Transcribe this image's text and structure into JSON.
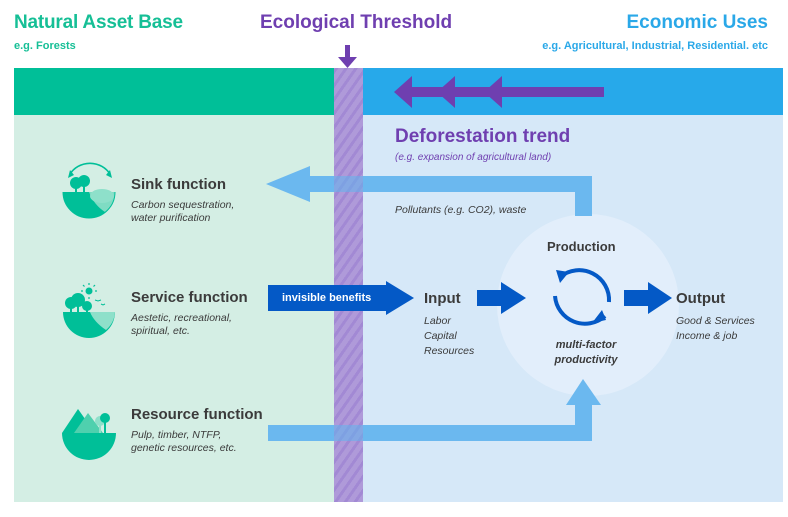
{
  "header": {
    "left_title": "Natural Asset Base",
    "left_subtitle": "e.g. Forests",
    "middle_title": "Ecological Threshold",
    "right_title": "Economic Uses",
    "right_subtitle": "e.g. Agricultural, Industrial, Residential. etc"
  },
  "colors": {
    "natural_green": "#00bf98",
    "natural_bg": "#d4eee4",
    "economic_blue": "#27a9ea",
    "economic_bg": "#d6e8f8",
    "threshold_purple": "#6f3fb0",
    "flow_light_blue": "#6bb8ef",
    "flow_dark_blue": "#0459c6"
  },
  "functions": [
    {
      "icon": "sink-icon",
      "title": "Sink function",
      "desc_line1": "Carbon sequestration,",
      "desc_line2": "water purification"
    },
    {
      "icon": "service-icon",
      "title": "Service function",
      "desc_line1": "Aestetic, recreational,",
      "desc_line2": "spiritual, etc."
    },
    {
      "icon": "resource-icon",
      "title": "Resource function",
      "desc_line1": "Pulp, timber, NTFP,",
      "desc_line2": "genetic resources, etc."
    }
  ],
  "deforestation": {
    "title": "Deforestation trend",
    "subtitle": "(e.g. expansion of agricultural land)"
  },
  "flows": {
    "pollutants": "Pollutants (e.g. CO2), waste",
    "invisible_benefits": "invisible benefits"
  },
  "input": {
    "title": "Input",
    "items": [
      "Labor",
      "Capital",
      "Resources"
    ]
  },
  "production": {
    "title": "Production",
    "subtitle_line1": "multi-factor",
    "subtitle_line2": "productivity"
  },
  "output": {
    "title": "Output",
    "items": [
      "Good & Services",
      "Income & job"
    ]
  }
}
